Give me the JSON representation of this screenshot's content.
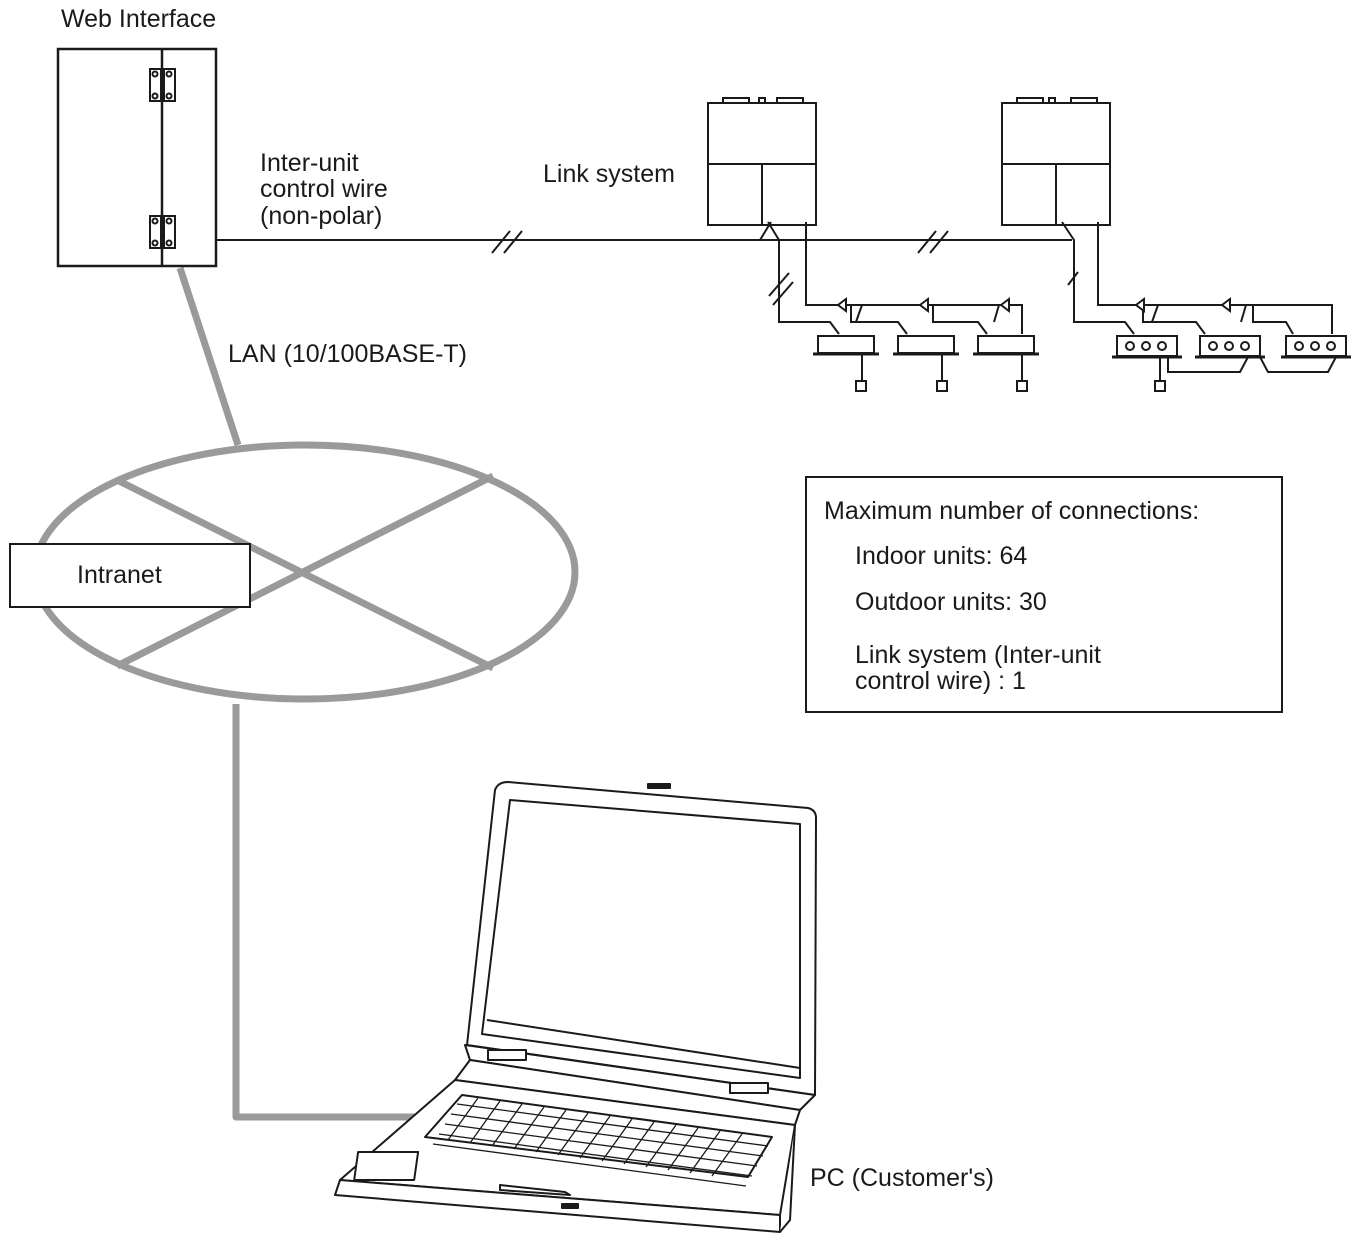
{
  "labels": {
    "web_interface": "Web Interface",
    "inter_unit_wire": "Inter-unit\ncontrol wire\n(non-polar)",
    "link_system": "Link system",
    "lan": "LAN (10/100BASE-T)",
    "intranet": "Intranet",
    "pc": "PC (Customer's)"
  },
  "max_connections": {
    "heading": "Maximum number of connections:",
    "indoor": "Indoor units: 64",
    "outdoor": "Outdoor units: 30",
    "link": "Link system (Inter-unit\ncontrol wire) : 1"
  },
  "colors": {
    "line": "#1a1a1a",
    "lan_cable": "#9a9a9a"
  }
}
